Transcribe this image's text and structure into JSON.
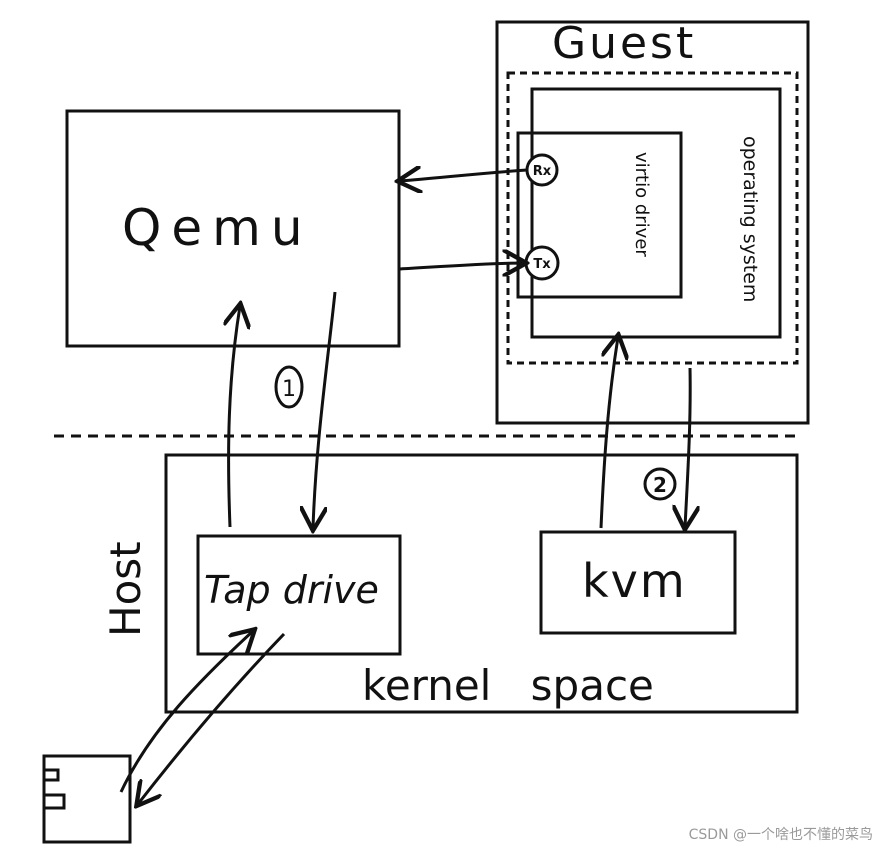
{
  "labels": {
    "guest": "Guest",
    "qemu": "Qemu",
    "operating_system": "operating system",
    "virtio_driver": "virtio driver",
    "rx": "Rx",
    "tx": "Tx",
    "marker_1": "1",
    "marker_2": "2",
    "host": "Host",
    "tap_drive": "Tap drive",
    "kvm": "kvm",
    "kernel_space": "kernel space"
  },
  "watermark": "CSDN @一个啥也不懂的菜鸟"
}
